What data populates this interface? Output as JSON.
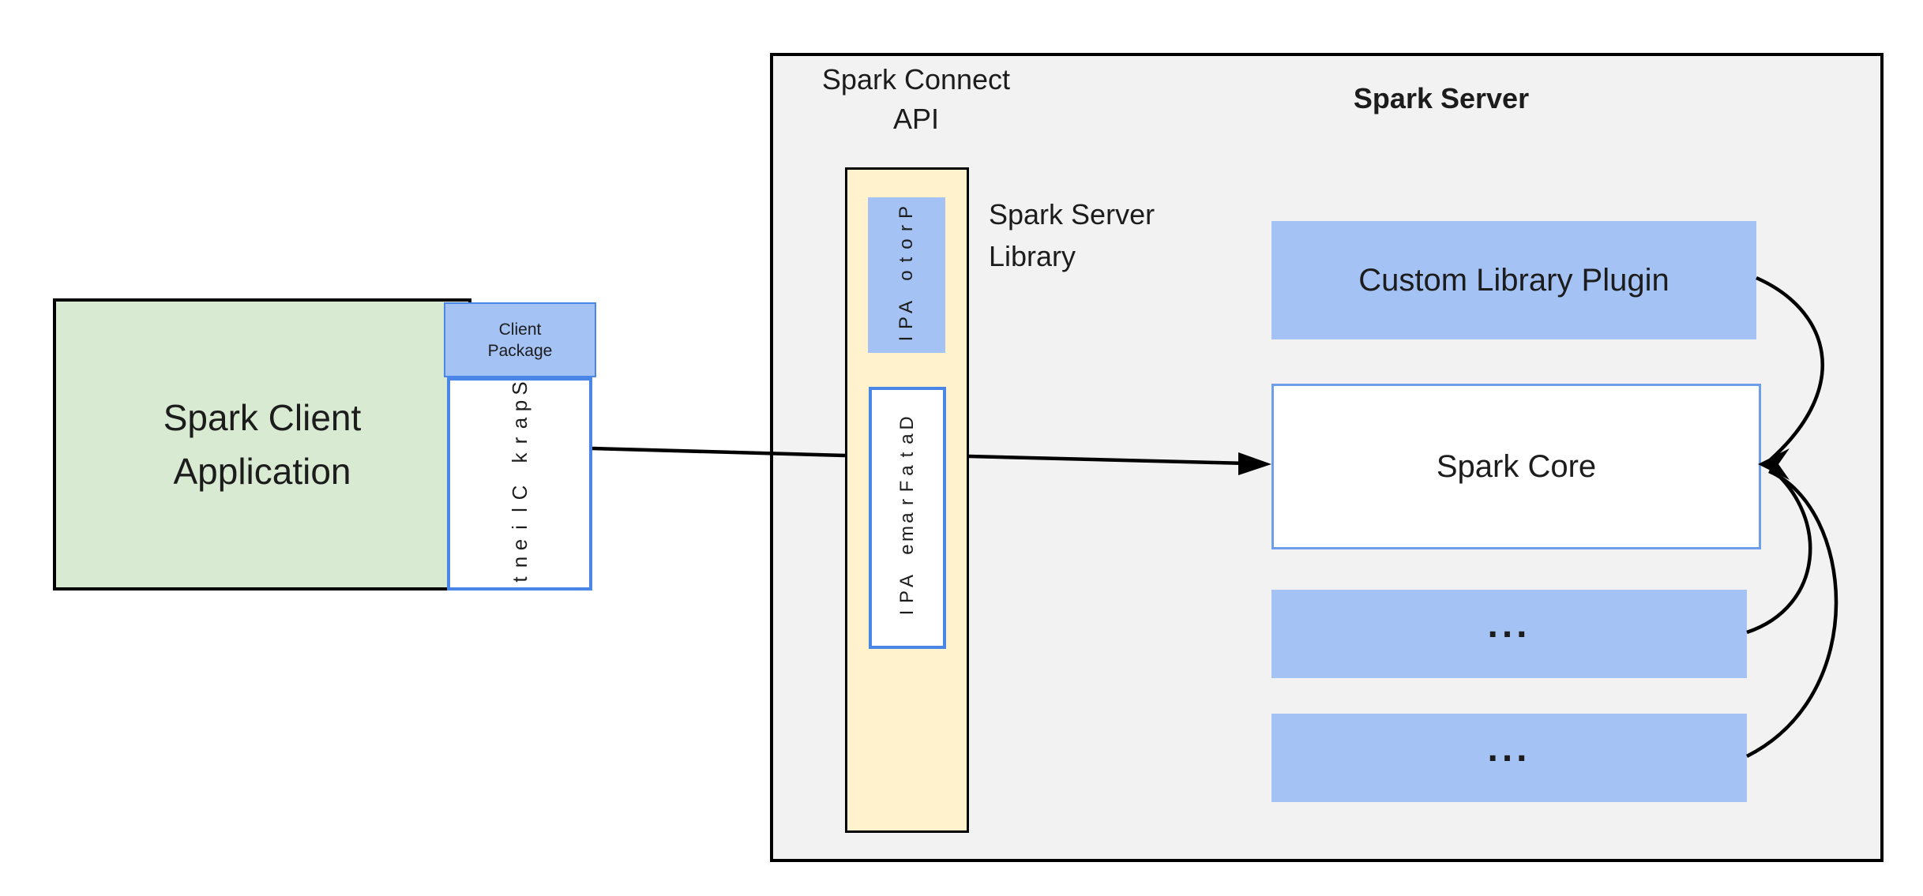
{
  "diagram": {
    "client": {
      "app_label": "Spark Client Application",
      "package_label": "Client Package",
      "client_label": "Spark Client"
    },
    "connect": {
      "title": "Spark Connect API",
      "proto_label": "Proto API",
      "dataframe_label": "DataFrame API",
      "library_label": "Spark Server Library"
    },
    "server": {
      "title": "Spark Server",
      "plugin_label": "Custom Library Plugin",
      "core_label": "Spark Core",
      "more_label_1": "...",
      "more_label_2": "..."
    },
    "colors": {
      "client_app_fill": "#d9ead3",
      "blue_fill": "#a4c2f4",
      "yellow_fill": "#fff2cc",
      "server_fill": "#f2f2f2",
      "blue_border": "#4a86e8",
      "core_border": "#6d9eeb",
      "line": "#000000"
    }
  }
}
